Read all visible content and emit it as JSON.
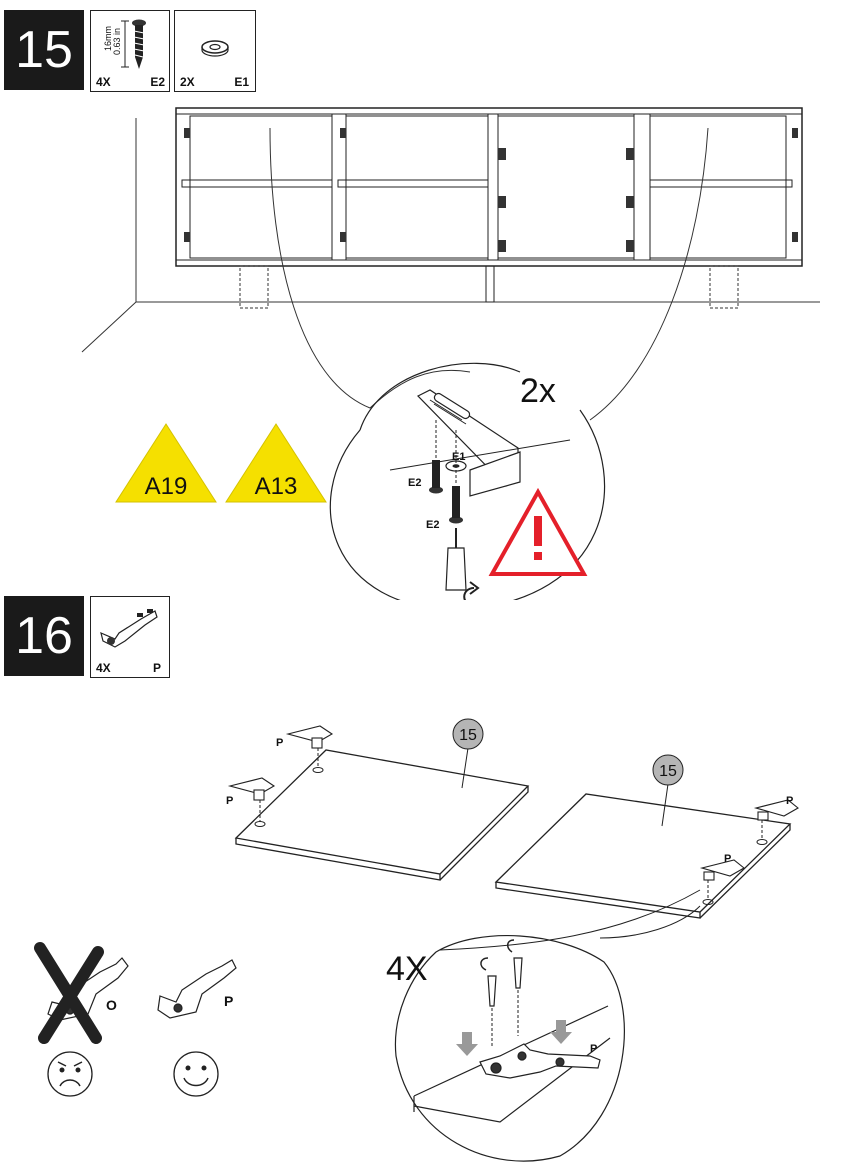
{
  "step15": {
    "number": "15",
    "part_screw": {
      "qty": "4X",
      "code": "E2",
      "length_mm": "16mm",
      "length_in": "0.63 in"
    },
    "part_washer": {
      "qty": "2X",
      "code": "E1"
    },
    "callout_count": "2x",
    "callout_label_e1": "E1",
    "callout_label_e2a": "E2",
    "callout_label_e2b": "E2",
    "ref_a": "A19",
    "ref_b": "A13"
  },
  "step16": {
    "number": "16",
    "part_hinge": {
      "qty": "4X",
      "code": "P"
    },
    "door_left_number": "15",
    "door_right_number": "15",
    "hinge_label": "P",
    "callout_count": "4X",
    "wrong_label": "O",
    "right_label": "P"
  },
  "colors": {
    "warning": "#e4202a",
    "reference_fill": "#f5e000",
    "badge": "#1a1a1a",
    "circle_fill": "#b5b5b5"
  },
  "icons": [
    "screw-icon",
    "washer-icon",
    "hinge-icon",
    "warning-icon",
    "screwdriver-icon",
    "rotate-arrow-icon",
    "sad-face-icon",
    "happy-face-icon"
  ]
}
